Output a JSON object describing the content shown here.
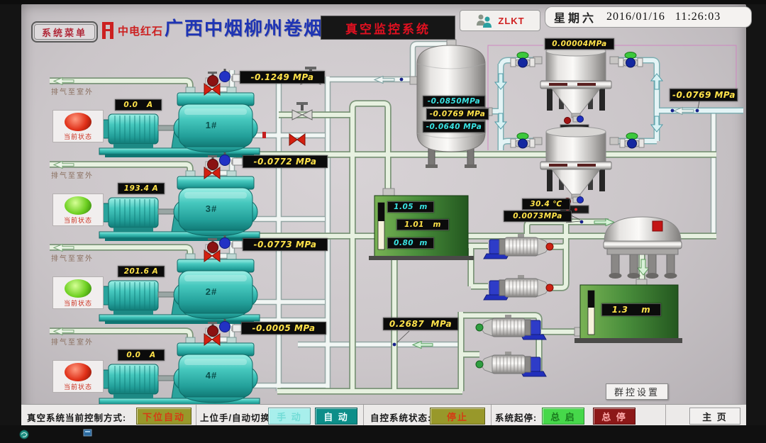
{
  "header": {
    "menu_button": "系统菜单",
    "logo": {
      "icon": "redstone-logo-icon",
      "text": "中电红石"
    },
    "factory_title": "广西中烟柳州卷烟厂",
    "system_title": "真空监控系统",
    "user_button": {
      "icon": "users-icon",
      "label": "ZLKT"
    },
    "datetime": {
      "weekday": "星期六",
      "date": "2016/01/16",
      "time": "11:26:03"
    }
  },
  "pump_units": [
    {
      "exhaust_label": "排气至室外",
      "current": "0.0   A",
      "status_label": "当前状态",
      "lamp_class": "lamp red",
      "pump_no": "1#",
      "pressure": "-0.1249 MPa"
    },
    {
      "exhaust_label": "排气至室外",
      "current": "193.4 A",
      "status_label": "当前状态",
      "lamp_class": "lamp green",
      "pump_no": "3#",
      "pressure": "-0.0772 MPa"
    },
    {
      "exhaust_label": "排气至室外",
      "current": "201.6 A",
      "status_label": "当前状态",
      "lamp_class": "lamp green",
      "pump_no": "2#",
      "pressure": "-0.0773 MPa"
    },
    {
      "exhaust_label": "排气至室外",
      "current": "0.0   A",
      "status_label": "当前状态",
      "lamp_class": "lamp red",
      "pump_no": "4#",
      "pressure": "-0.0005 MPa"
    }
  ],
  "vacuum_tank": {
    "readings": [
      {
        "value": "-0.0850MPa",
        "css": "disp sm c"
      },
      {
        "value": "-0.0769 MPa",
        "css": "disp sm"
      },
      {
        "value": "-0.0640 MPa",
        "css": "disp sm c"
      }
    ]
  },
  "hopper_section": {
    "top_pressure": "0.00004MPa",
    "branch_pressure": "-0.0769 MPa"
  },
  "water_tank": {
    "levels": [
      {
        "value": "1.05  m",
        "css": "disp sm c"
      },
      {
        "value": "1.01   m",
        "css": "disp sm"
      },
      {
        "value": "0.80  m",
        "css": "disp sm c"
      }
    ]
  },
  "heat_loop": {
    "temperature": "30.4 ℃",
    "pressure": "0.0073MPa"
  },
  "seal_tank": {
    "level": "1.3    m"
  },
  "supply_pressure": "0.2687  MPa",
  "group_control_button": "群控设置",
  "control_bar": {
    "mode_label": "真空系统当前控制方式:",
    "mode_value": "下位自动",
    "switch_label": "上位手/自动切换:",
    "manual_button": "手 动",
    "auto_button": "自 动",
    "status_label": "自控系统状态:",
    "status_value": "停止",
    "startstop_label": "系统起停:",
    "start_button": "总 启",
    "stop_button": "总 停",
    "home_button": "主  页"
  },
  "colors": {
    "title_blue": "#1e34b4",
    "alarm_red": "#d01828",
    "value_yellow": "#ffe24a",
    "value_cyan": "#3ae4e4",
    "lamp_red": "#e03018",
    "lamp_green": "#6ed022",
    "equipment_teal": "#3fc4ba",
    "tank_green": "#4a8f3c"
  }
}
